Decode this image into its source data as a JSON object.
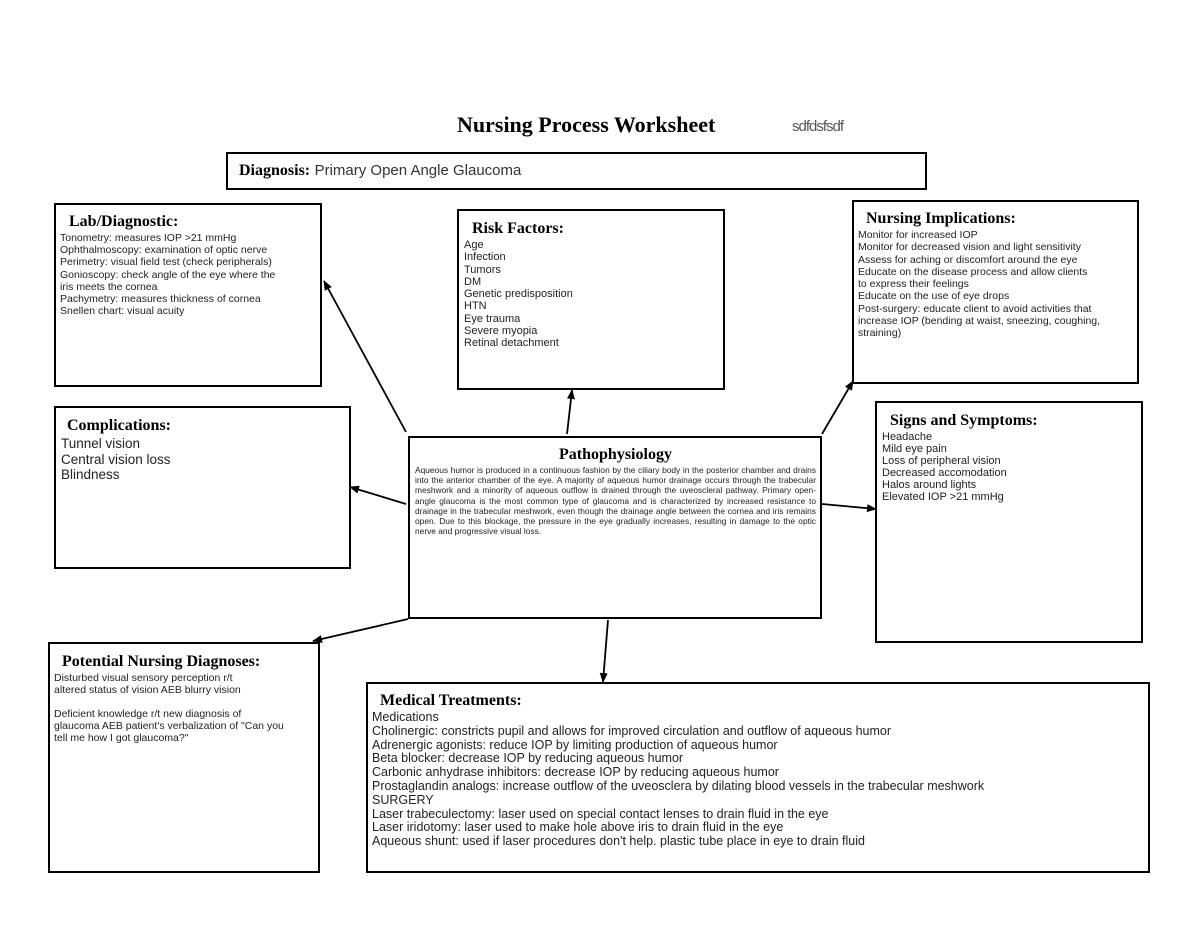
{
  "title": "Nursing Process Worksheet",
  "scribble": "sdfdsfsdf",
  "diagnosis": {
    "label": "Diagnosis:",
    "value": "Primary Open Angle Glaucoma"
  },
  "lab": {
    "heading": "Lab/Diagnostic:",
    "text": "Tonometry: measures IOP >21 mmHg\nOphthalmoscopy: examination of optic nerve\nPerimetry: visual field test (check peripherals)\nGonioscopy: check angle of the eye where the\niris meets the cornea\nPachymetry: measures thickness of cornea\nSnellen chart: visual acuity"
  },
  "risk": {
    "heading": "Risk Factors:",
    "text": "Age\nInfection\nTumors\nDM\nGenetic predisposition\nHTN\nEye trauma\nSevere myopia\nRetinal detachment"
  },
  "nursing_implications": {
    "heading": "Nursing Implications:",
    "text": "Monitor for increased IOP\nMonitor for decreased vision and light sensitivity\nAssess for aching or discomfort around the eye\nEducate on the disease process and allow clients\nto express their feelings\nEducate on the use of eye drops\nPost-surgery: educate client to avoid activities that\nincrease IOP (bending at waist, sneezing, coughing,\nstraining)"
  },
  "complications": {
    "heading": "Complications:",
    "text": "Tunnel vision\nCentral vision loss\nBlindness"
  },
  "patho": {
    "heading": "Pathophysiology",
    "text": "Aqueous humor is produced in a continuous fashion by the ciliary body in the posterior chamber and drains into the anterior chamber of the eye. A majority of aqueous humor drainage occurs through the trabecular meshwork and a minority of aqueous outflow is drained through the uveoscleral pathway. Primary open-angle glaucoma is the most common type of glaucoma and is characterized by increased resistance to drainage in the trabecular meshwork, even though the drainage angle between the cornea and iris remains open. Due to this blockage, the pressure in the eye gradually increases, resulting in damage to the optic nerve and progressive visual loss."
  },
  "signs": {
    "heading": "Signs and Symptoms:",
    "text": "Headache\nMild eye pain\nLoss of peripheral vision\nDecreased accomodation\nHalos around lights\nElevated IOP >21 mmHg"
  },
  "pnd": {
    "heading": "Potential Nursing Diagnoses:",
    "text": "Disturbed visual sensory perception r/t\naltered status of vision AEB blurry vision\n\nDeficient knowledge r/t new diagnosis of\nglaucoma AEB patient's verbalization of \"Can you\ntell me how I got glaucoma?\""
  },
  "medical": {
    "heading": "Medical Treatments:",
    "text": "Medications\nCholinergic: constricts pupil and allows for improved circulation and outflow of aqueous humor\nAdrenergic agonists: reduce IOP by limiting production of aqueous humor\nBeta blocker: decrease IOP by reducing aqueous humor\nCarbonic anhydrase inhibitors: decrease IOP by reducing aqueous humor\nProstaglandin analogs: increase outflow of the uveosclera by dilating blood vessels in the trabecular meshwork\nSURGERY\nLaser trabeculectomy: laser used on special contact lenses to drain fluid in the eye\nLaser iridotomy: laser used to make hole above iris to drain fluid in the eye\nAqueous shunt: used if laser procedures don't help. plastic tube place in eye to drain fluid"
  }
}
